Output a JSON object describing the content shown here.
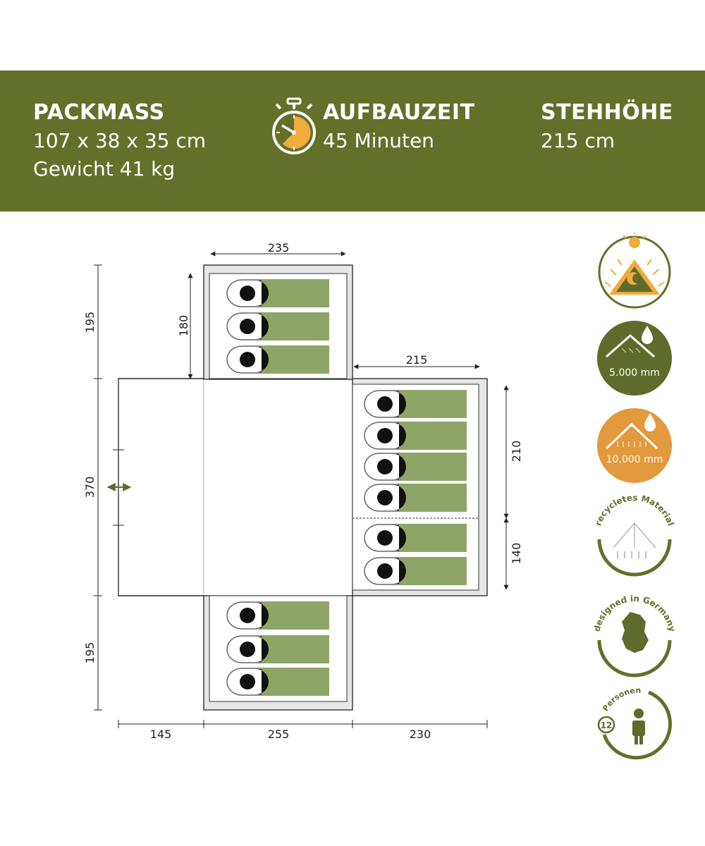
{
  "specs": {
    "pack": {
      "title": "PACKMASS",
      "line1": "107 x 38 x 35 cm",
      "line2": "Gewicht 41 kg"
    },
    "setup": {
      "title": "AUFBAUZEIT",
      "line1": "45 Minuten",
      "icon": "stopwatch-icon"
    },
    "height": {
      "title": "STEHHÖHE",
      "line1": "215 cm"
    }
  },
  "dimensions": {
    "top_cabin_width": "235",
    "top_cabin_depth": "180",
    "right_cabin_width": "215",
    "right_cabin_upper": "210",
    "right_cabin_lower": "140",
    "left_top": "195",
    "left_middle": "370",
    "left_bottom": "195",
    "bottom_left": "145",
    "bottom_middle": "255",
    "bottom_right": "230"
  },
  "badges": {
    "uv": {
      "icon": "sun-moon-tent-icon"
    },
    "tent_water": {
      "label": "5.000 mm",
      "icon": "tent-waterproof-icon"
    },
    "floor_water": {
      "label": "10.000 mm",
      "icon": "floor-waterproof-icon"
    },
    "recycled": {
      "label": "recycletes Material",
      "icon": "recycled-tent-icon"
    },
    "germany": {
      "label": "designed in Germany",
      "icon": "germany-map-icon"
    },
    "persons": {
      "label": "Personen",
      "count": "12",
      "icon": "person-icon"
    }
  },
  "colors": {
    "banner": "#63702a",
    "sleeping_bag": "#8fa567",
    "tent_water_badge": "#5f6b2b",
    "floor_water_badge": "#e29a3c",
    "accent_orange": "#f2ab3d"
  }
}
